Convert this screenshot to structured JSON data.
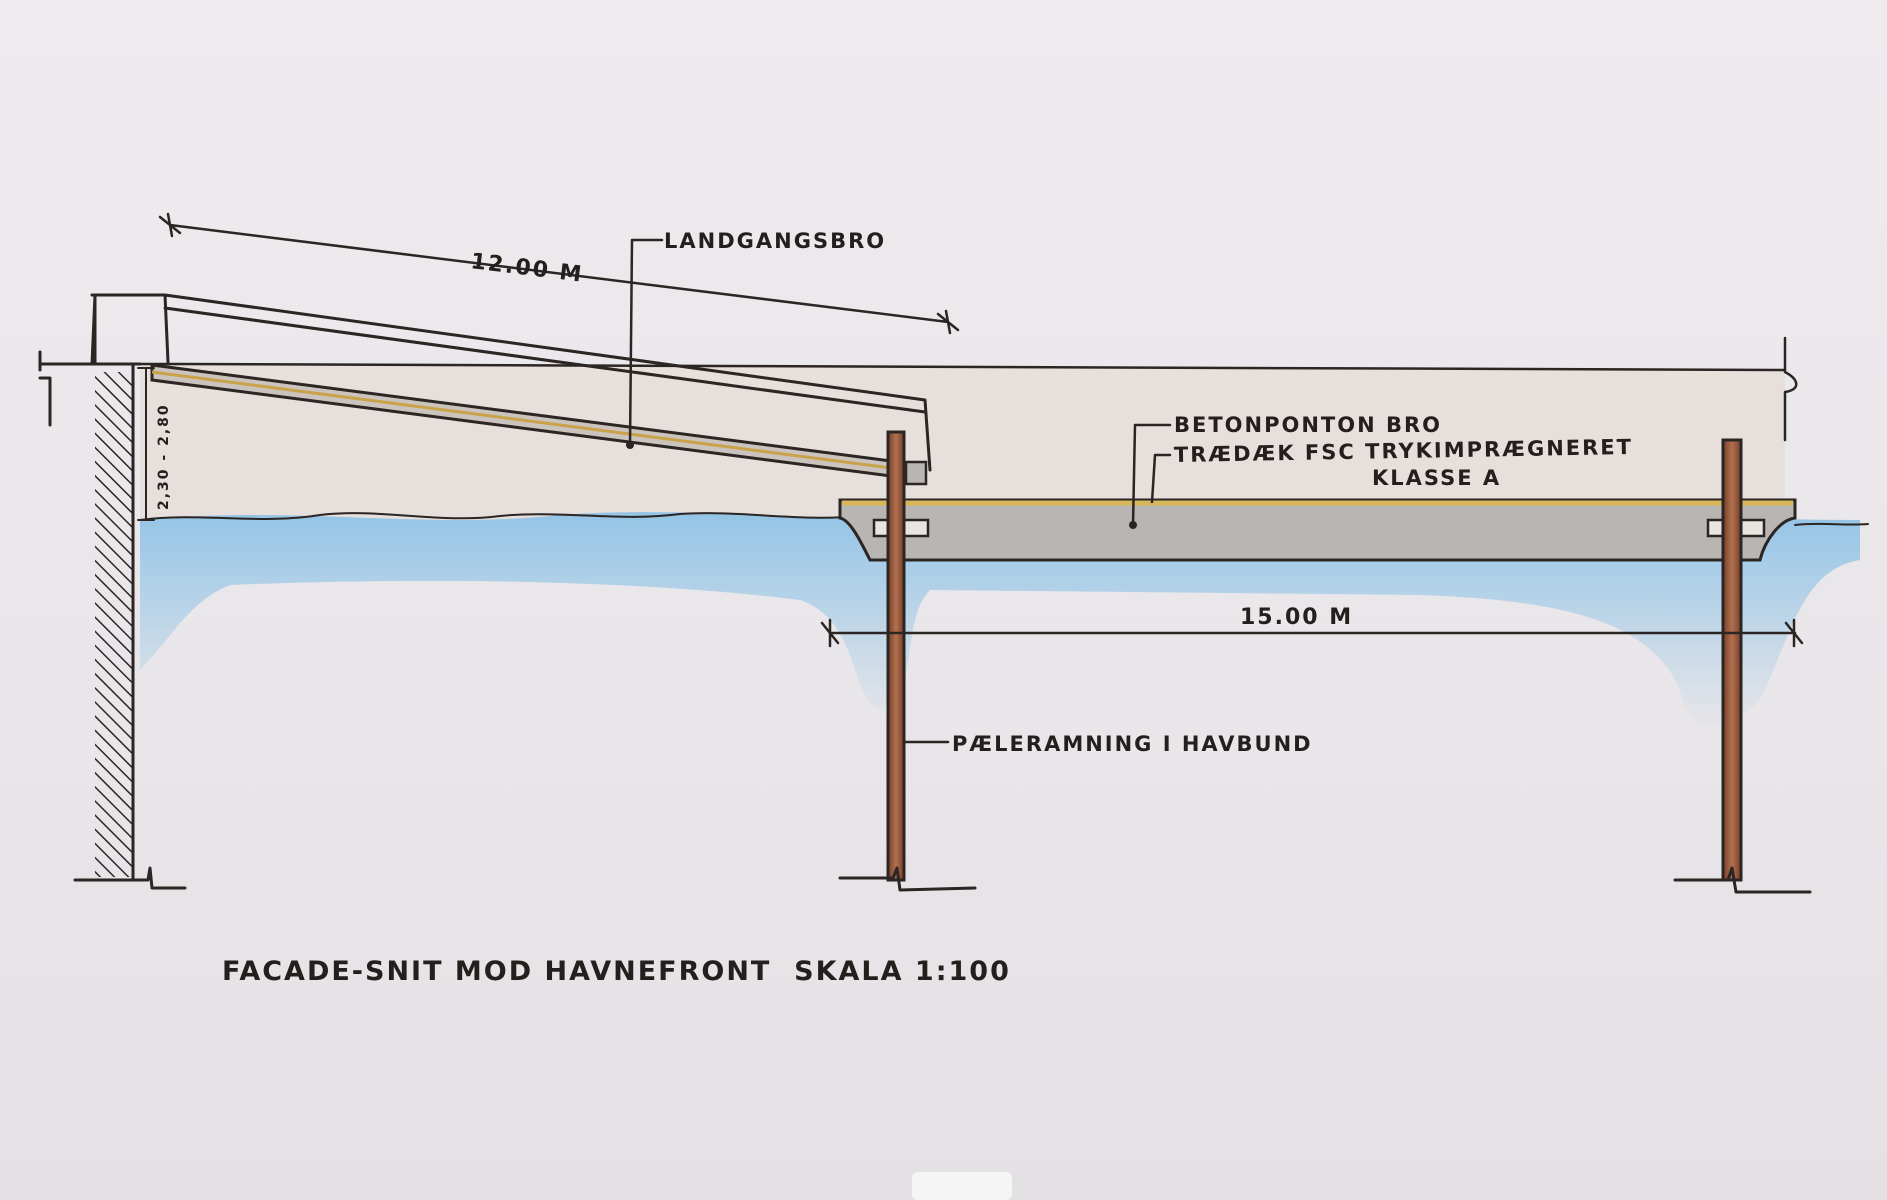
{
  "drawing": {
    "dimension_gangway": "12.00 M",
    "dimension_pontoon": "15.00 M",
    "dimension_height": "2,30 - 2,80",
    "label_gangway": "LANDGANGSBRO",
    "label_pontoon": "BETONPONTON BRO",
    "label_deck_line1": "TRÆDÆK FSC TRYKIMPRÆGNERET",
    "label_deck_line2": "KLASSE A",
    "label_piles": "PÆLERAMNING I HAVBUND",
    "caption": "FACADE-SNIT MOD HAVNEFRONT  SKALA 1:100"
  },
  "colors": {
    "paper": "#e9e7ea",
    "ink": "#2b2523",
    "water": "#8fc3e6",
    "concrete": "#b9b5b3",
    "wood_pile": "#9a5a3c",
    "deck_wood": "#d8b75a",
    "air_band": "#e6dcd6"
  }
}
